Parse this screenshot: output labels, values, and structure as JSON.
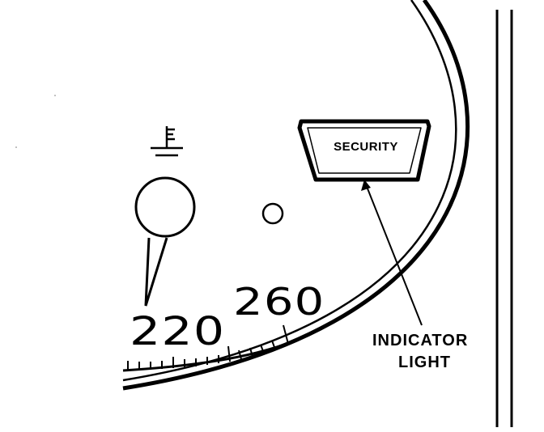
{
  "gauge": {
    "label_220": "220",
    "label_260": "260",
    "security_label": "SECURITY"
  },
  "callout": {
    "line1": "INDICATOR",
    "line2": "LIGHT"
  },
  "colors": {
    "ink": "#000000",
    "paper": "#ffffff"
  },
  "icons": {
    "ground_symbol": "ground-symbol-icon"
  }
}
